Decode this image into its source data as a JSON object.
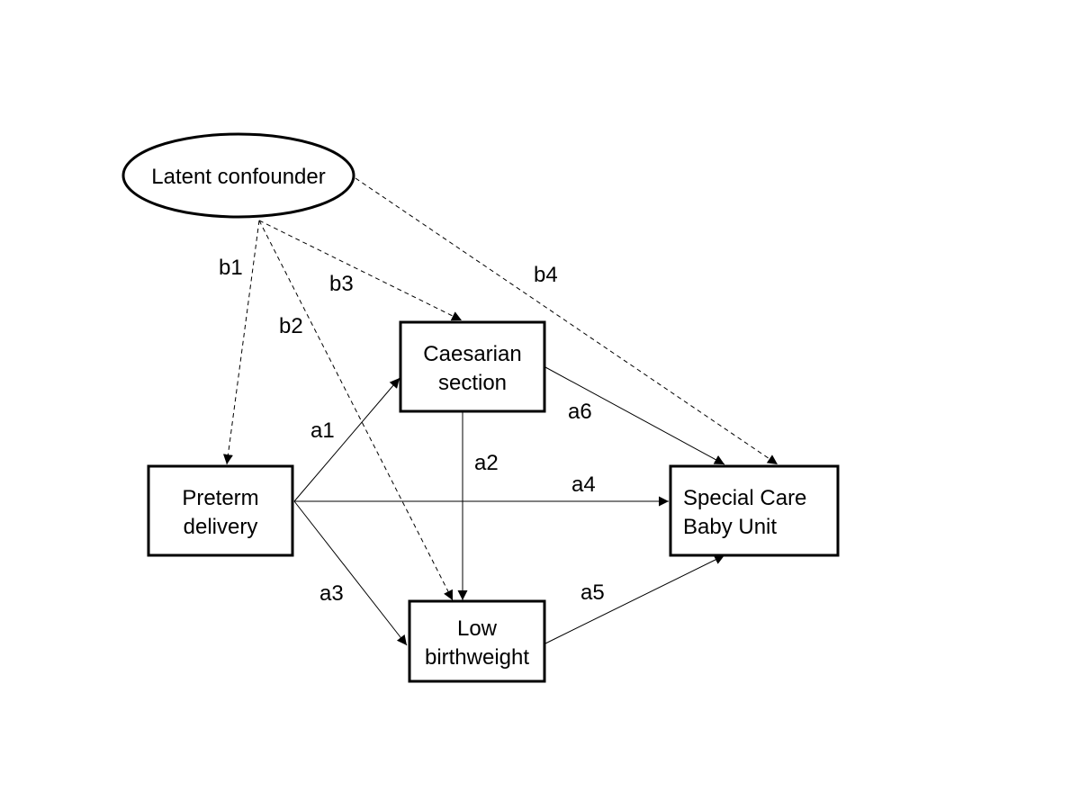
{
  "nodes": {
    "latent": {
      "label": "Latent confounder"
    },
    "caesarian": {
      "lines": [
        "Caesarian",
        "section"
      ]
    },
    "preterm": {
      "lines": [
        "Preterm",
        "delivery"
      ]
    },
    "scbu": {
      "lines": [
        "Special Care",
        "Baby Unit"
      ]
    },
    "lowbw": {
      "lines": [
        "Low",
        "birthweight"
      ]
    }
  },
  "edges": {
    "a1": "a1",
    "a2": "a2",
    "a3": "a3",
    "a4": "a4",
    "a5": "a5",
    "a6": "a6",
    "b1": "b1",
    "b2": "b2",
    "b3": "b3",
    "b4": "b4"
  },
  "colors": {
    "stroke": "#000000",
    "background": "#ffffff"
  }
}
